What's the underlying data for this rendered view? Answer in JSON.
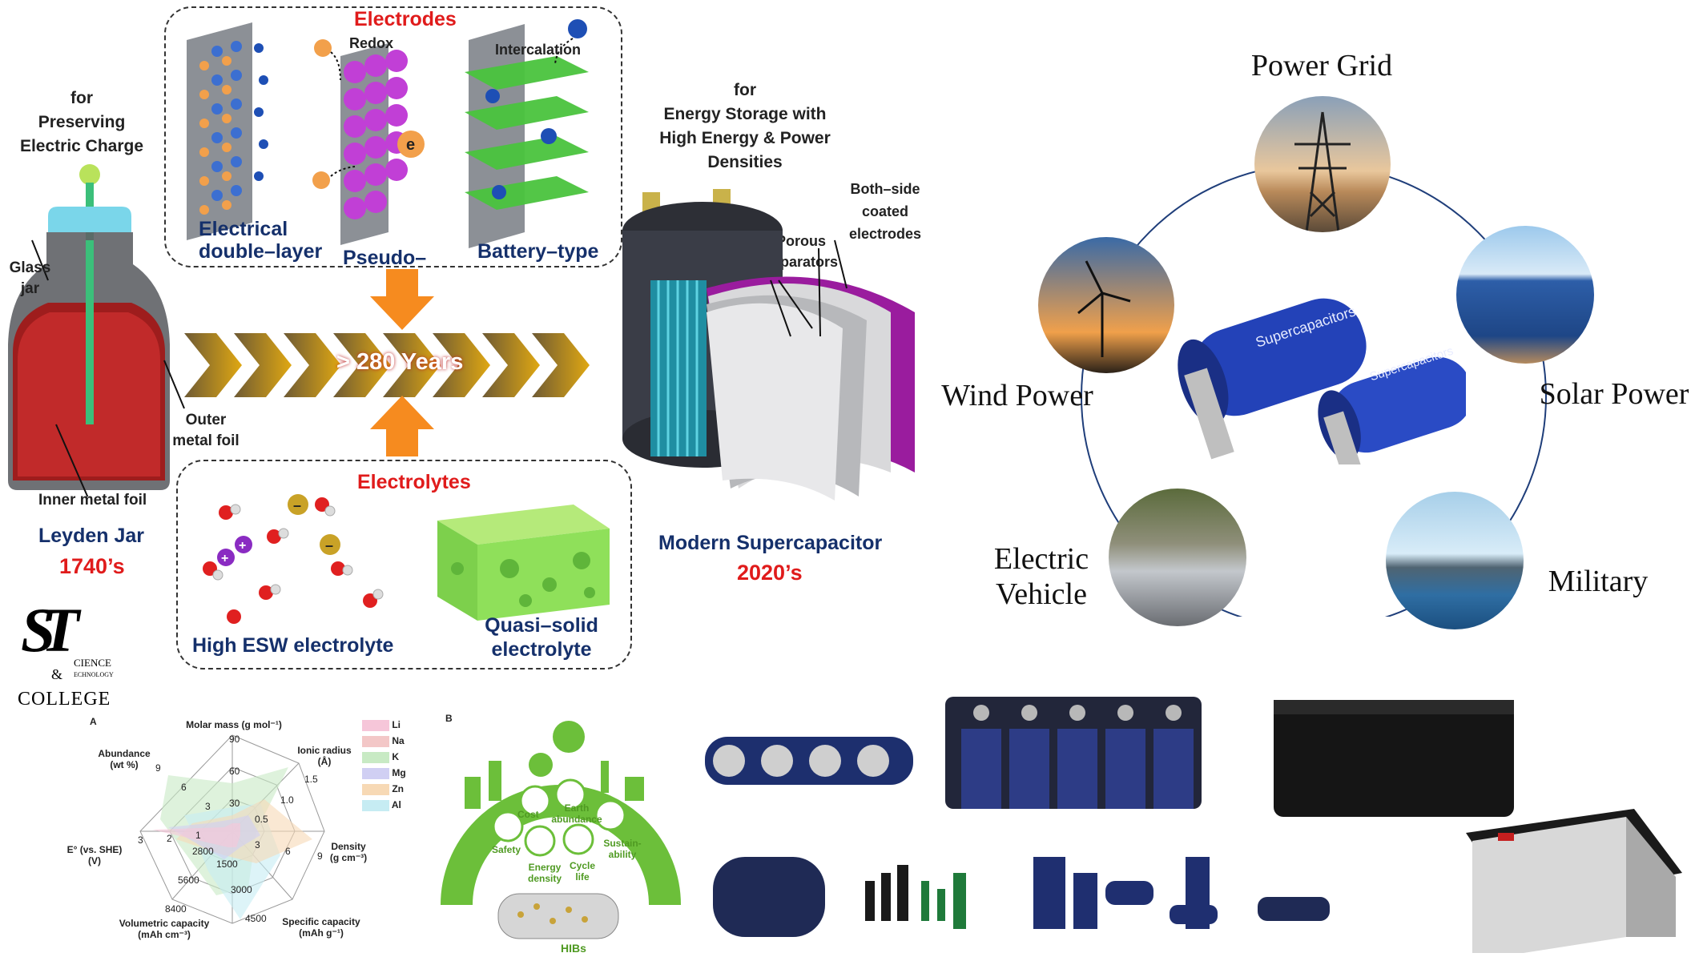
{
  "evolution": {
    "leyden": {
      "caption_for": "for",
      "caption_line2": "Preserving",
      "caption_line3": "Electric Charge",
      "glass_jar_1": "Glass",
      "glass_jar_2": "jar",
      "outer_foil_1": "Outer",
      "outer_foil_2": "metal foil",
      "inner_foil": "Inner metal foil",
      "name": "Leyden Jar",
      "year": "1740’s"
    },
    "electrodes": {
      "title": "Electrodes",
      "redox": "Redox",
      "intercalation": "Intercalation",
      "edl_1": "Electrical",
      "edl_2": "double–layer",
      "pseudo": "Pseudo–",
      "battery": "Battery–type"
    },
    "timeline": "> 280 Years",
    "electrolytes": {
      "title": "Electrolytes",
      "esw": "High ESW electrolyte",
      "quasi_1": "Quasi–solid",
      "quasi_2": "electrolyte"
    },
    "modern": {
      "caption_1": "for",
      "caption_2": "Energy Storage  with",
      "caption_3": "High Energy & Power",
      "caption_4": "Densities",
      "both_side_1": "Both–side",
      "both_side_2": "coated",
      "both_side_3": "electrodes",
      "porous_1": "Porous",
      "porous_2": "separators",
      "name": "Modern Supercapacitor",
      "year": "2020’s"
    }
  },
  "logo": {
    "letters": "ST",
    "science": "CIENCE",
    "technology": "ECHNOLOGY",
    "amp": "&",
    "college": "COLLEGE"
  },
  "applications": {
    "power_grid": "Power Grid",
    "wind_power": "Wind Power",
    "solar_power": "Solar Power",
    "ev_1": "Electric",
    "ev_2": "Vehicle",
    "military": "Military",
    "cell_label": "Supercapacitors"
  },
  "radar": {
    "panel_letter": "A",
    "legend": [
      "Li",
      "Na",
      "K",
      "Mg",
      "Zn",
      "Al"
    ],
    "legend_colors": [
      "#f6c6d9",
      "#f3c7c7",
      "#c8eac4",
      "#d0cff3",
      "#f7d9b5",
      "#c6ecf3"
    ],
    "axes": {
      "molar": "Molar mass (g mol⁻¹)",
      "ionic_1": "Ionic radius",
      "ionic_2": "(Å)",
      "density_1": "Density",
      "density_2": "(g cm⁻³)",
      "spec_1": "Specific capacity",
      "spec_2": "(mAh g⁻¹)",
      "vol_1": "Volumetric capacity",
      "vol_2": "(mAh cm⁻³)",
      "e0_1": "E° (vs. SHE)",
      "e0_2": "(V)",
      "abund_1": "Abundance",
      "abund_2": "(wt %)"
    },
    "ticks": {
      "molar": [
        "90",
        "60",
        "30"
      ],
      "ionic": [
        "1.5",
        "1.0",
        "0.5"
      ],
      "density": [
        "9",
        "6",
        "3"
      ],
      "spec": [
        "4500",
        "3000",
        "1500"
      ],
      "vol": [
        "8400",
        "5600",
        "2800"
      ],
      "e0": [
        "3",
        "2",
        "1"
      ],
      "abund": [
        "9",
        "6",
        "3"
      ]
    }
  },
  "hib": {
    "panel_letter": "B",
    "cost": "Cost",
    "earth_1": "Earth",
    "earth_2": "abundance",
    "safety": "Safety",
    "energy_1": "Energy",
    "energy_2": "density",
    "cycle_1": "Cycle",
    "cycle_2": "life",
    "sustain_1": "Sustain-",
    "sustain_2": "ability",
    "hibs": "HIBs"
  }
}
